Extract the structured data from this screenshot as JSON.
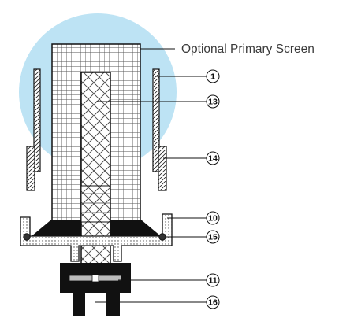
{
  "labels": {
    "primary_screen": "Optional Primary Screen",
    "callouts": [
      "1",
      "13",
      "14",
      "10",
      "15",
      "11",
      "16"
    ]
  },
  "colors": {
    "screen_halo": "#bde3f4",
    "outline": "#111111",
    "mesh_line": "#555555",
    "seal": "#111111",
    "leader": "#111111"
  }
}
